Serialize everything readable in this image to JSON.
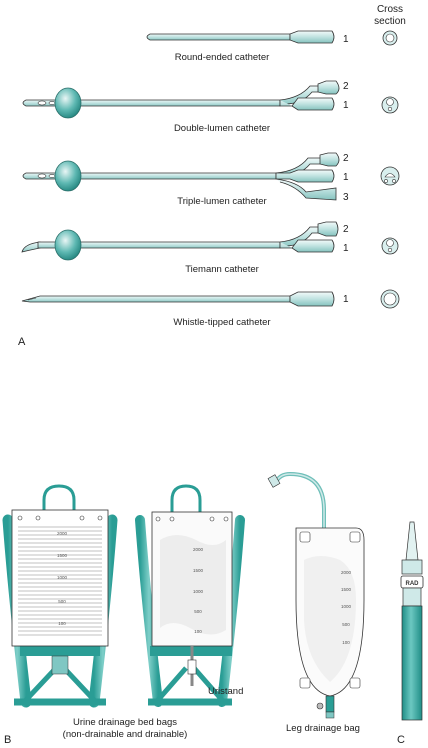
{
  "header": {
    "cross_section_line1": "Cross",
    "cross_section_line2": "section"
  },
  "panel_labels": {
    "a": "A",
    "b": "B",
    "c": "C"
  },
  "catheters": [
    {
      "label": "Round-ended catheter",
      "lumens": [
        "1"
      ]
    },
    {
      "label": "Double-lumen catheter",
      "lumens": [
        "2",
        "1"
      ]
    },
    {
      "label": "Triple-lumen catheter",
      "lumens": [
        "2",
        "1",
        "3"
      ]
    },
    {
      "label": "Tiemann catheter",
      "lumens": [
        "2",
        "1"
      ]
    },
    {
      "label": "Whistle-tipped catheter",
      "lumens": [
        "1"
      ]
    }
  ],
  "bags": {
    "uristand_label": "Uristand",
    "bed_bags_label_line1": "Urine drainage bed bags",
    "bed_bags_label_line2": "(non-drainable and drainable)",
    "leg_bag_label": "Leg drainage bag",
    "scale_bed": [
      "2000",
      "1500",
      "1000",
      "500",
      "100"
    ],
    "scale_leg": [
      "2000",
      "1500",
      "1000",
      "500",
      "100"
    ]
  },
  "connector_text": "RAD",
  "colors": {
    "teal": "#2a9d95",
    "teal_light": "#cfe9e8",
    "teal_mid": "#7fc7c3",
    "outline": "#333333"
  }
}
